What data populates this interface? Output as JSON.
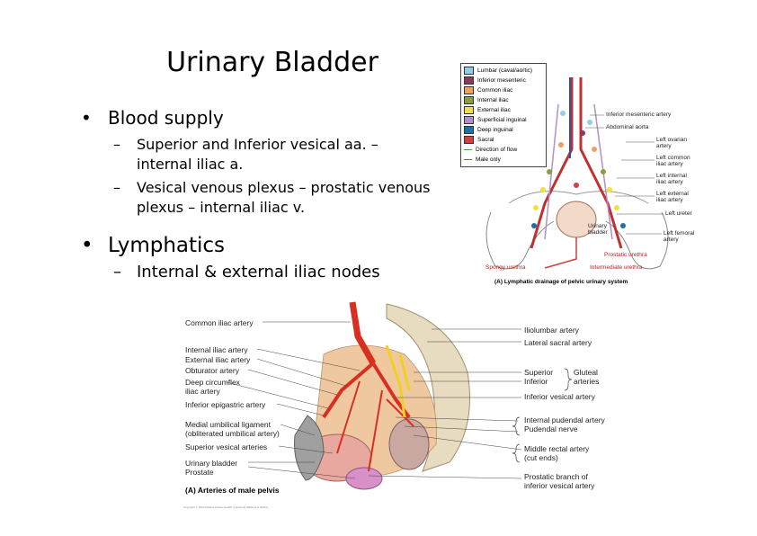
{
  "title": "Urinary Bladder",
  "bullets": [
    {
      "label": "Blood supply",
      "sub": [
        "Superior and Inferior vesical aa. – internal iliac a.",
        "Vesical venous plexus – prostatic venous plexus – internal iliac v."
      ]
    },
    {
      "label": "Lymphatics",
      "sub": [
        "Internal & external iliac nodes"
      ]
    }
  ],
  "bullet_glyph": "•",
  "dash_glyph": "–",
  "lymph_figure": {
    "legend": [
      {
        "label": "Lumbar (caval/aortic)",
        "color": "#8fd0e8"
      },
      {
        "label": "Inferior mesenteric",
        "color": "#8a3a5a"
      },
      {
        "label": "Common iliac",
        "color": "#f0a060"
      },
      {
        "label": "Internal iliac",
        "color": "#8aa040"
      },
      {
        "label": "External iliac",
        "color": "#f0e040"
      },
      {
        "label": "Superficial inguinal",
        "color": "#b090c8"
      },
      {
        "label": "Deep inguinal",
        "color": "#2070a8"
      },
      {
        "label": "Sacral",
        "color": "#d04040"
      },
      {
        "label": "Direction of flow",
        "color": "#40a040"
      },
      {
        "label": "Male only",
        "color": "#d04040"
      }
    ],
    "labels": {
      "inf_mes": "Inferior mesenteric artery",
      "abd_aorta": "Abdominal aorta",
      "l_ovarian": "Left ovarian\nartery",
      "l_common": "Left common\niliac artery",
      "l_internal": "Left internal\niliac artery",
      "l_external": "Left external\niliac artery",
      "l_ureter": "Left ureter",
      "urinary_bladder": "Urinary\nbladder",
      "l_femoral": "Left femoral\nartery",
      "prostatic_urethra": "Prostatic urethra",
      "spongy_urethra": "Spongy urethra",
      "intermediate_urethra": "Intermediate urethra"
    },
    "caption": "(A) Lymphatic drainage of pelvic urinary system"
  },
  "artery_figure": {
    "left_labels": [
      "Common iliac artery",
      "Internal iliac artery",
      "External iliac artery",
      "Obturator artery",
      "Deep circumflex\niliac artery",
      "Inferior epigastric artery",
      "Medial umbilical ligament\n(obliterated umbilical artery)",
      "Superior vesical arteries",
      "Urinary bladder\nProstate"
    ],
    "right_labels": [
      "Iliolumbar artery",
      "Lateral sacral artery",
      "Superior\nInferior",
      "Gluteal\narteries",
      "Inferior vesical artery",
      "Internal pudendal artery\nPudendal nerve",
      "Middle rectal artery\n(cut ends)",
      "Prostatic branch of\ninferior vesical artery"
    ],
    "caption": "(A) Arteries of male pelvis",
    "copyright": "Copyright © 2010 Wolters Kluwer Health | Lippincott Williams & Wilkins"
  }
}
